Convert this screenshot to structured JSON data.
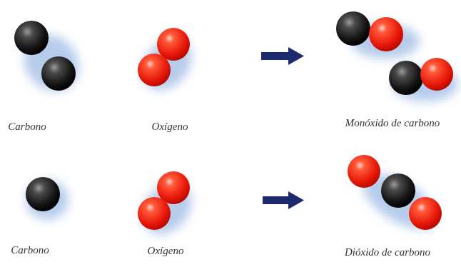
{
  "diagram": {
    "labels": [
      "Carbono",
      "Oxígeno",
      "Monóxido de carbono",
      "Carbono",
      "Oxígeno",
      "Dióxido de carbono"
    ]
  }
}
